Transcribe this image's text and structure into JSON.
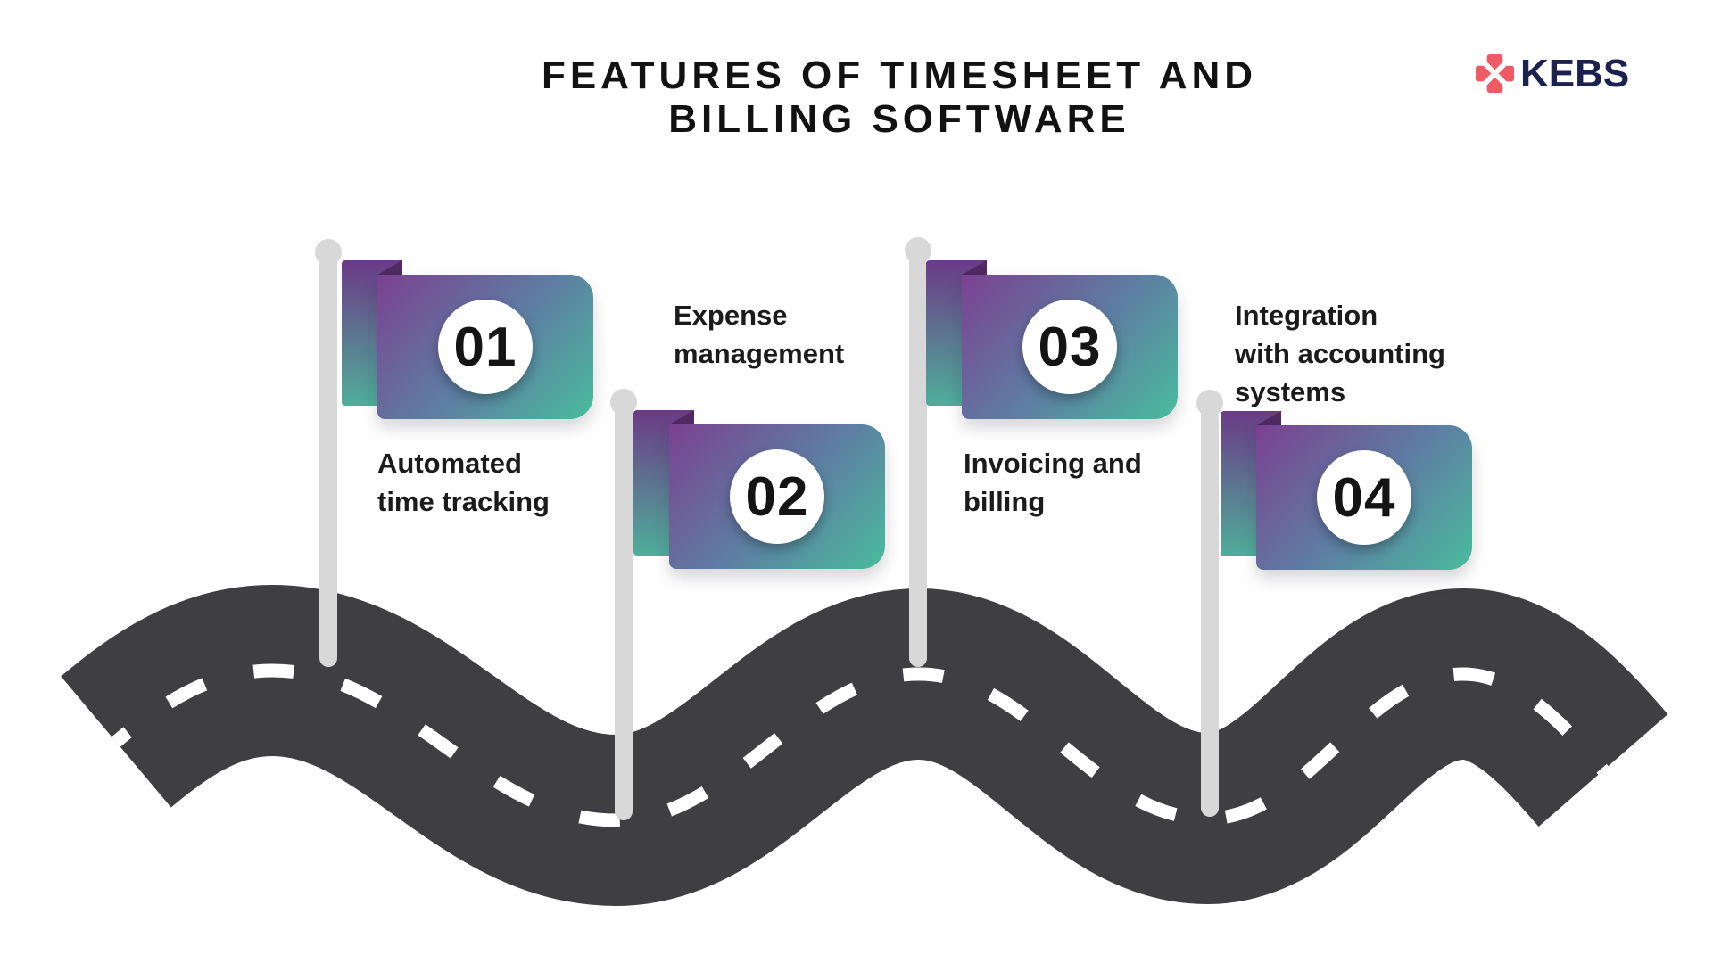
{
  "title": {
    "line1": "FEATURES OF TIMESHEET AND",
    "line2": "BILLING SOFTWARE"
  },
  "logo": {
    "name": "KEBS",
    "icon": "kebs-plus-icon",
    "icon_color": "#EF5A64",
    "text_color": "#1C2150"
  },
  "road": {
    "surface_color": "#3F3F41",
    "center_dash_color": "#FFFFFF",
    "pole_color": "#D8D8D8"
  },
  "flag_style": {
    "gradient_start": "#7B4191",
    "gradient_mid": "#5E7DA3",
    "gradient_end": "#4ABC9E",
    "fold_color": "#4F2A63",
    "number_circle_color": "#FFFFFF",
    "number_color": "#141414"
  },
  "milestones": [
    {
      "number": "01",
      "label": "Automated time tracking",
      "label_lines": [
        "Automated",
        "time tracking"
      ],
      "label_position": "below-flag"
    },
    {
      "number": "02",
      "label": "Expense management",
      "label_lines": [
        "Expense",
        "management"
      ],
      "label_position": "above-flag"
    },
    {
      "number": "03",
      "label": "Invoicing and billing",
      "label_lines": [
        "Invoicing and",
        "billing"
      ],
      "label_position": "below-flag"
    },
    {
      "number": "04",
      "label": "Integration with accounting systems",
      "label_lines": [
        "Integration",
        "with accounting",
        "systems"
      ],
      "label_position": "above-flag"
    }
  ]
}
